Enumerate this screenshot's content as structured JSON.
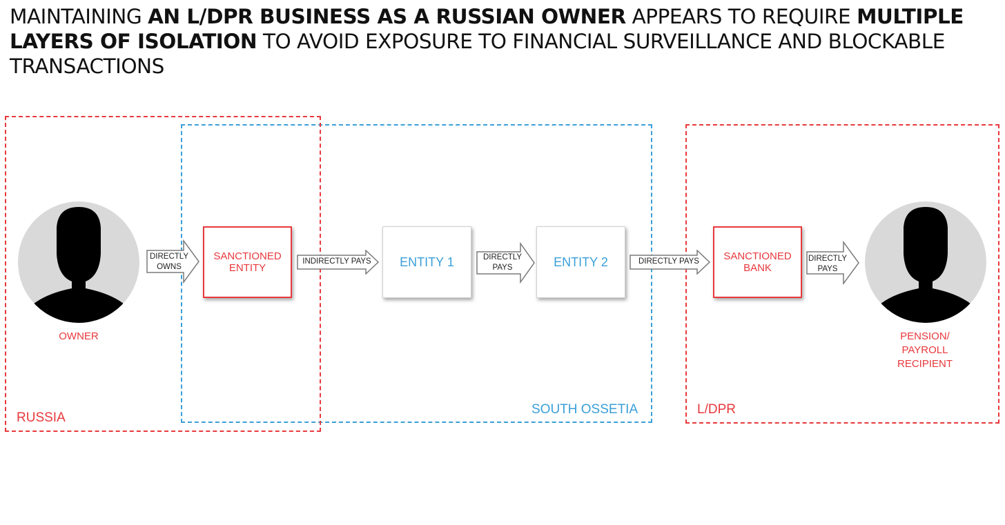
{
  "title": {
    "part1": "MAINTAINING ",
    "bold1": "AN L/DPR BUSINESS AS A RUSSIAN OWNER",
    "part2": " APPEARS TO REQUIRE ",
    "bold2": "MULTIPLE LAYERS OF ISOLATION",
    "part3": " TO AVOID EXPOSURE TO FINANCIAL SURVEILLANCE AND BLOCKABLE TRANSACTIONS"
  },
  "regions": {
    "russia": "RUSSIA",
    "south_ossetia": "SOUTH OSSETIA",
    "ldpr": "L/DPR"
  },
  "nodes": {
    "owner": "OWNER",
    "sanctioned_entity": [
      "SANCTIONED",
      "ENTITY"
    ],
    "entity1": "ENTITY 1",
    "entity2": "ENTITY 2",
    "sanctioned_bank": [
      "SANCTIONED",
      "BANK"
    ],
    "recipient": [
      "PENSION/",
      "PAYROLL",
      "RECIPIENT"
    ]
  },
  "edges": {
    "directly_owns": [
      "DIRECTLY",
      "OWNS"
    ],
    "indirectly_pays": "INDIRECTLY PAYS",
    "directly_pays_1": [
      "DIRECTLY",
      "PAYS"
    ],
    "directly_pays_2": "DIRECTLY PAYS",
    "directly_pays_3": [
      "DIRECTLY",
      "PAYS"
    ]
  },
  "colors": {
    "red": "#e8383c",
    "blue": "#3a9fd8",
    "avatar_bg": "#d9d9d9",
    "silhouette": "#000000"
  },
  "icons": {
    "owner_avatar": "person-silhouette-icon",
    "recipient_avatar": "person-silhouette-icon",
    "arrows": "right-arrow-icon"
  }
}
